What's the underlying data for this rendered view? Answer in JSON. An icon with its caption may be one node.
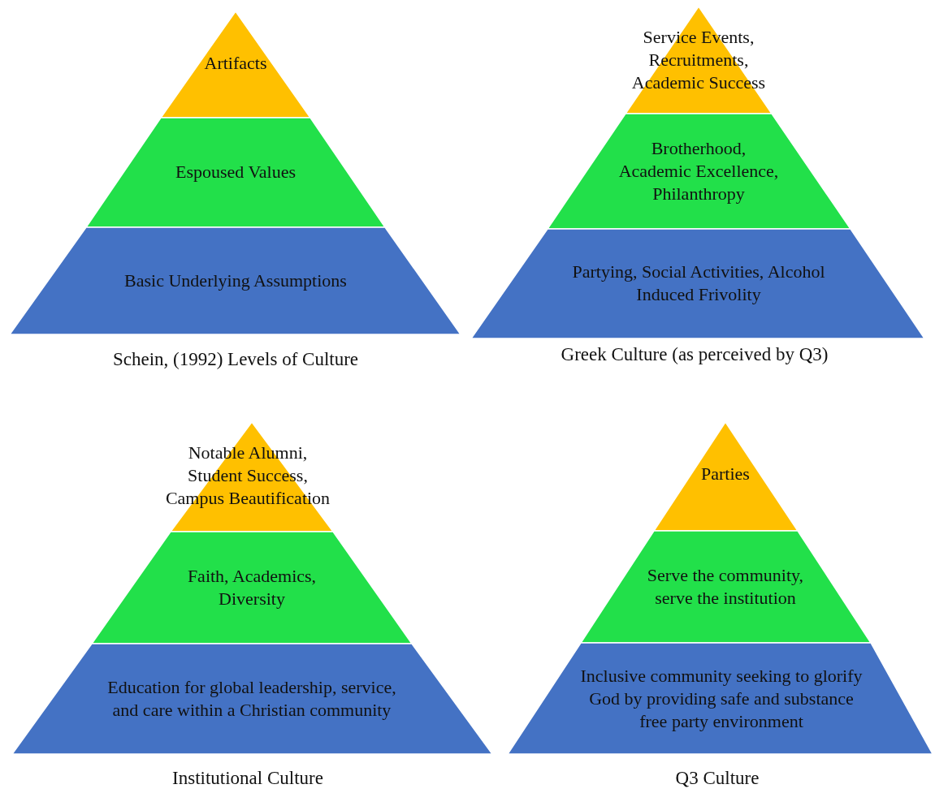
{
  "diagram": {
    "nodes": [
      {
        "text": [
          "Artifacts"
        ]
      },
      {
        "text": [
          "Espoused Values"
        ]
      },
      {
        "text": [
          "Basic Underlying Assumptions"
        ]
      },
      {
        "text": [
          "Service Events, Recruitments, Academic Success"
        ]
      },
      {
        "text": [
          "Brotherhood, Academic Excellence, Philanthropy"
        ]
      },
      {
        "text": [
          "Partying, Social Activities, Alcohol Induced Frivolity"
        ]
      },
      {
        "text": [
          "Notable Alumni, Student Success, Campus Beautification"
        ]
      },
      {
        "text": [
          "Faith, Academics, Diversity"
        ]
      },
      {
        "text": [
          "Education for global leadership, service, and care within a Christian community"
        ]
      },
      {
        "text": [
          "Parties"
        ]
      },
      {
        "text": [
          "Serve the community, serve the institution"
        ]
      },
      {
        "text": [
          "Inclusive community seeking to glorify God by providing safe and substance free party environment"
        ]
      }
    ],
    "labels": [
      "Schein, (1992) Levels of Culture",
      "Greek Culture (as perceived by Q3)",
      "Institutional Culture",
      "Q3 Culture"
    ]
  }
}
